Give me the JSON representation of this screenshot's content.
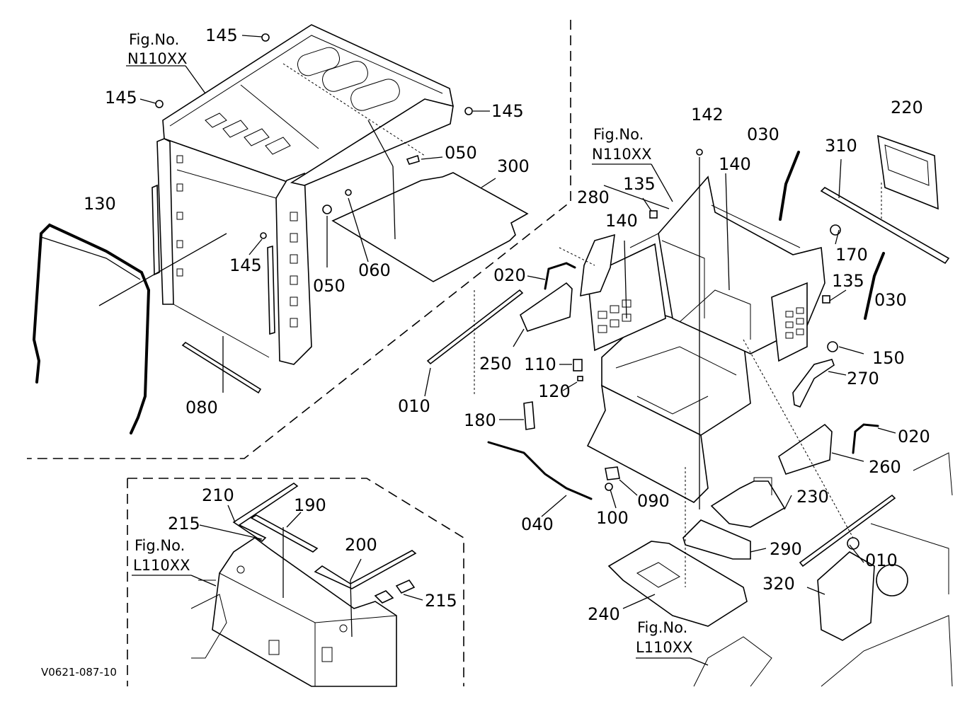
{
  "drawing_code": "V0621-087-10",
  "figure_refs": [
    {
      "fig": "Fig.No.",
      "code": "N110XX"
    },
    {
      "fig": "Fig.No.",
      "code": "N110XX"
    },
    {
      "fig": "Fig.No.",
      "code": "L110XX"
    },
    {
      "fig": "Fig.No.",
      "code": "L110XX"
    }
  ],
  "labels": [
    "145",
    "145",
    "145",
    "145",
    "130",
    "050",
    "300",
    "050",
    "060",
    "080",
    "010",
    "142",
    "030",
    "220",
    "140",
    "310",
    "280",
    "135",
    "140",
    "020",
    "170",
    "135",
    "030",
    "250",
    "110",
    "120",
    "150",
    "270",
    "180",
    "020",
    "260",
    "040",
    "100",
    "090",
    "230",
    "290",
    "010",
    "320",
    "240",
    "210",
    "190",
    "215",
    "200",
    "215"
  ]
}
